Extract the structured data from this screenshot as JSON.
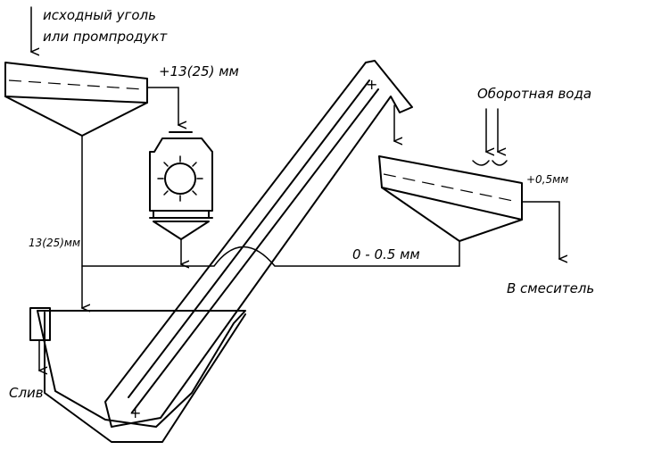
{
  "labels": {
    "feed_line1": "исходный уголь",
    "feed_line2": "или промпродукт",
    "oversize_screen1": "+13(25) мм",
    "undersize_screen1": "13(25)мм",
    "fines": "0 - 0.5 мм",
    "recycled_water": "Оборотная вода",
    "oversize_screen2": "+0,5мм",
    "to_mixer": "В смеситель",
    "overflow": "Слив"
  },
  "marks": {
    "elevator_top": "+",
    "elevator_bottom": "+"
  }
}
